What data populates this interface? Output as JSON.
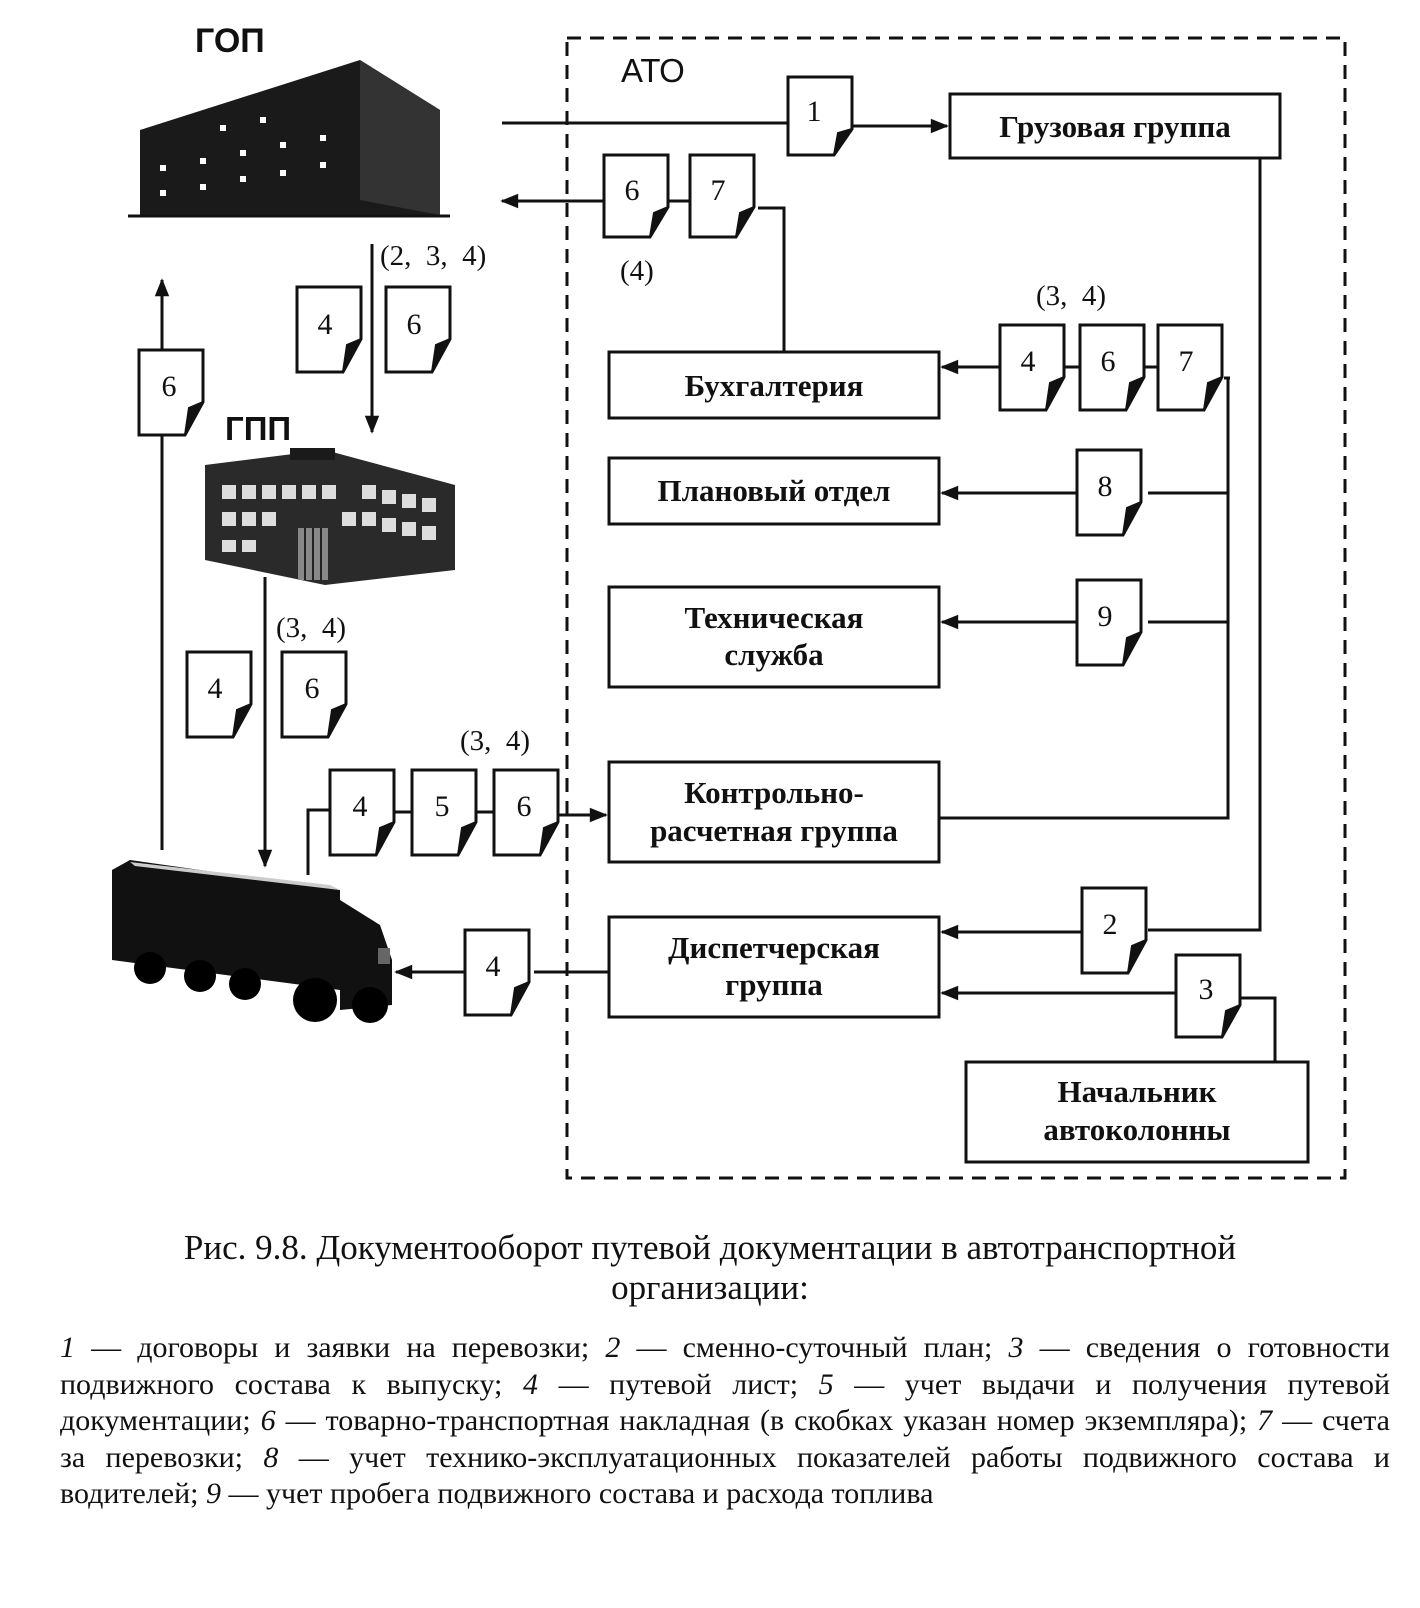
{
  "title_ato": "АТО",
  "gop_label": "ГОП",
  "gpp_label": "ГПП",
  "departments": {
    "cargo": "Грузовая группа",
    "accounting": "Бухгалтерия",
    "planning": "Плановый отдел",
    "technical_1": "Техническая",
    "technical_2": "служба",
    "control_1": "Контрольно-",
    "control_2": "расчетная группа",
    "dispatch_1": "Диспетчерская",
    "dispatch_2": "группа",
    "chief_1": "Начальник",
    "chief_2": "автоколонны"
  },
  "copy_notes": {
    "gop_to_gpp": "(2,  3,  4)",
    "to_gop": "(4)",
    "to_accounting": "(3,  4)",
    "gpp_to_truck": "(3,  4)",
    "to_control": "(3,  4)"
  },
  "doc_labels": {
    "d1": "1",
    "d2": "2",
    "d3": "3",
    "d4": "4",
    "d5": "5",
    "d6": "6",
    "d7": "7",
    "d8": "8",
    "d9": "9"
  },
  "caption": {
    "line1": "Рис. 9.8. Документооборот путевой документации в автотранспортной",
    "line2": "организации:"
  },
  "legend": [
    {
      "num": "1",
      "text": " — договоры и заявки на перевозки; "
    },
    {
      "num": "2",
      "text": " — сменно-суточный план; "
    },
    {
      "num": "3",
      "text": " — сведения о готовности подвижного состава к выпуску; "
    },
    {
      "num": "4",
      "text": " — путевой лист; "
    },
    {
      "num": "5",
      "text": " — учет выдачи и получения путевой документации; "
    },
    {
      "num": "6",
      "text": " — товарно-транспортная накладная (в скобках указан номер экземпляра); "
    },
    {
      "num": "7",
      "text": " — счета за перевозки; "
    },
    {
      "num": "8",
      "text": " — учет технико-эксплуатационных показателей работы подвижного состава и водителей; "
    },
    {
      "num": "9",
      "text": " — учет пробега подвижного состава и расхода топлива"
    }
  ]
}
